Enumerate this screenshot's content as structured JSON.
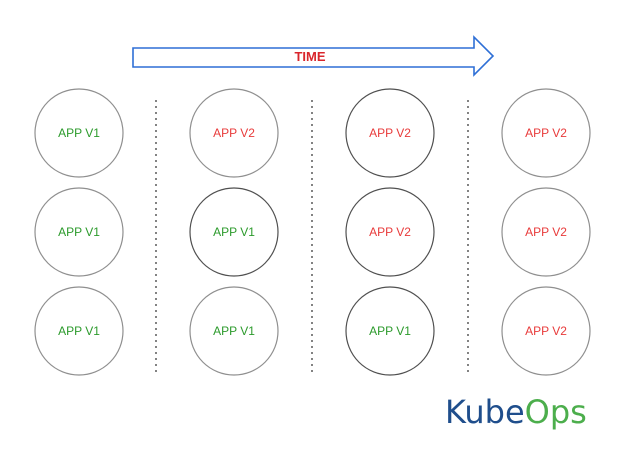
{
  "timeline": {
    "label": "TIME",
    "label_color": "#d9262c",
    "arrow_stroke": "#2e6fd6"
  },
  "colors": {
    "v1": "#2b9a2b",
    "v2": "#e83a3a",
    "circle_stroke": "#8f8f8f",
    "circle_stroke_active": "#505050",
    "divider": "#404040"
  },
  "columns": [
    {
      "nodes": [
        {
          "label": "APP V1",
          "version": "v1"
        },
        {
          "label": "APP V1",
          "version": "v1"
        },
        {
          "label": "APP V1",
          "version": "v1"
        }
      ]
    },
    {
      "nodes": [
        {
          "label": "APP V2",
          "version": "v2"
        },
        {
          "label": "APP V1",
          "version": "v1"
        },
        {
          "label": "APP V1",
          "version": "v1"
        }
      ]
    },
    {
      "nodes": [
        {
          "label": "APP V2",
          "version": "v2"
        },
        {
          "label": "APP V2",
          "version": "v2"
        },
        {
          "label": "APP V1",
          "version": "v1"
        }
      ]
    },
    {
      "nodes": [
        {
          "label": "APP V2",
          "version": "v2"
        },
        {
          "label": "APP V2",
          "version": "v2"
        },
        {
          "label": "APP V2",
          "version": "v2"
        }
      ]
    }
  ],
  "logo": {
    "part1": "Kube",
    "part2": "Ops",
    "part1_color": "#1f4e8c",
    "part2_color": "#4cae4c"
  }
}
